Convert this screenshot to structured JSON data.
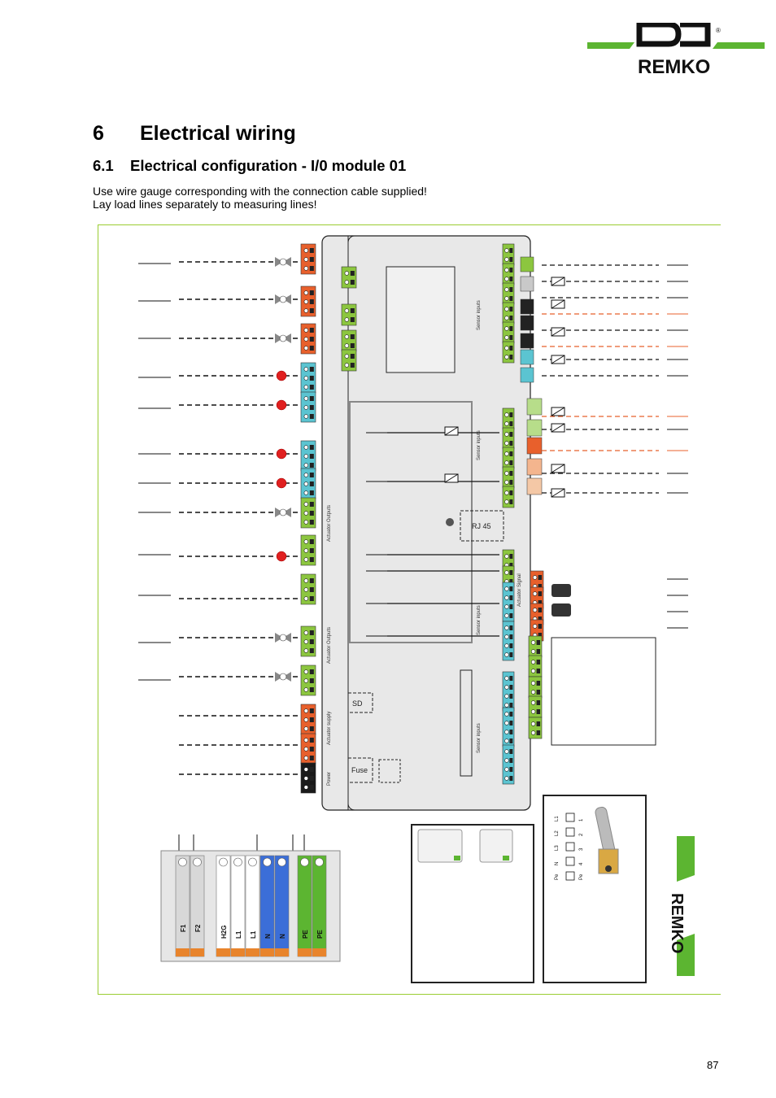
{
  "brand": {
    "name": "REMKO",
    "registered_mark": "®",
    "colors": {
      "green": "#5cb531",
      "dark_green": "#3d8f22",
      "black": "#111111"
    }
  },
  "section": {
    "number": "6",
    "title": "Electrical wiring"
  },
  "subsection": {
    "number": "6.1",
    "title": "Electrical configuration - I/0 module 01"
  },
  "intro": [
    "Use wire gauge corresponding with the connection cable supplied!",
    "Lay load lines separately to measuring lines!"
  ],
  "diagram": {
    "labels": {
      "sensor_inputs_top": "Sensor inputs",
      "sensor_inputs_mid": "Sensor inputs",
      "sensor_inputs_low": "Sensor inputs",
      "sensor_inputs_bottom": "Sensor inputs",
      "actuator_outputs_1": "Actuator Outputs",
      "actuator_outputs_2": "Actuator Outputs",
      "actuator_supply": "Actuator supply",
      "actuator_signal": "Actuator Signal",
      "power": "Power",
      "rj45": "RJ 45",
      "sd": "SD",
      "fuse": "Fuse"
    },
    "terminal_strip": [
      "F1",
      "F2",
      "H2G",
      "L1",
      "L1",
      "N",
      "N",
      "PE",
      "PE"
    ],
    "heater_terminals": [
      "L1",
      "L2",
      "L3",
      "N",
      "Pe"
    ],
    "heater_numbers": [
      "1",
      "2",
      "3",
      "4",
      "Pe"
    ],
    "colors": {
      "orange": "#e8602c",
      "green_terminal": "#8cc63f",
      "cyan_terminal": "#5bc4d1",
      "black_terminal": "#1a1a1a",
      "module_fill": "#e8e8e8",
      "frame_green": "#9acd32"
    }
  },
  "page_number": "87"
}
